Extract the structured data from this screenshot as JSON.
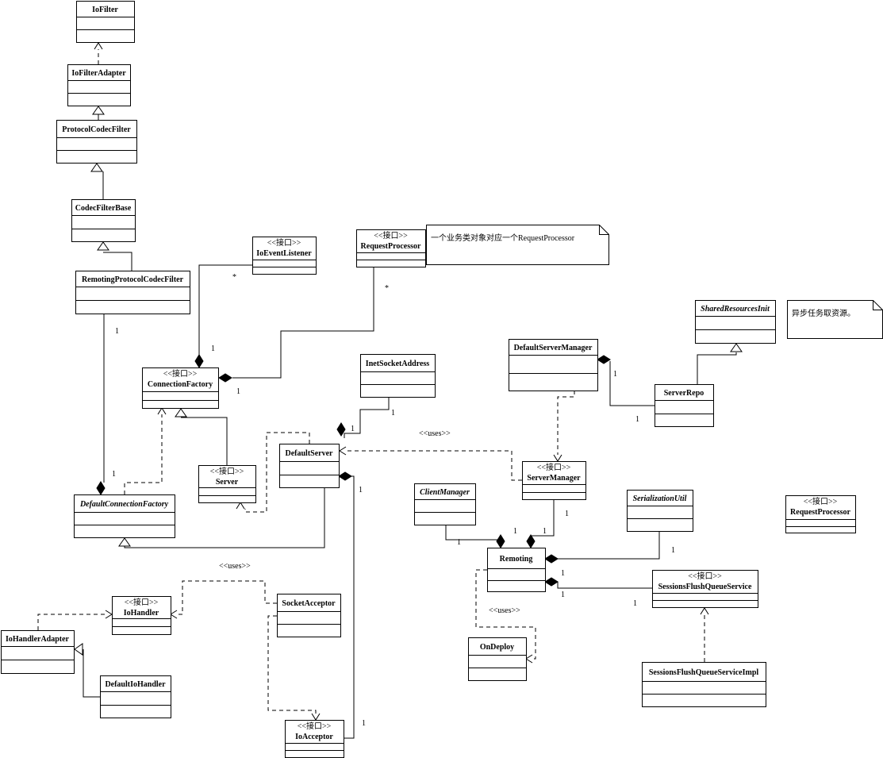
{
  "diagram": {
    "classes": [
      {
        "id": "IoFilter",
        "name": "IoFilter",
        "stereotype": "",
        "italic": false
      },
      {
        "id": "IoFilterAdapter",
        "name": "IoFilterAdapter",
        "stereotype": "",
        "italic": false
      },
      {
        "id": "ProtocolCodecFilter",
        "name": "ProtocolCodecFilter",
        "stereotype": "",
        "italic": false
      },
      {
        "id": "CodecFilterBase",
        "name": "CodecFilterBase",
        "stereotype": "",
        "italic": false
      },
      {
        "id": "RemotingProtocolCodecFilter",
        "name": "RemotingProtocolCodecFilter",
        "stereotype": "",
        "italic": false
      },
      {
        "id": "IoEventListener",
        "name": "IoEventListener",
        "stereotype": "<<接口>>",
        "italic": false
      },
      {
        "id": "RequestProcessorTop",
        "name": "RequestProcessor",
        "stereotype": "<<接口>>",
        "italic": false
      },
      {
        "id": "ConnectionFactory",
        "name": "ConnectionFactory",
        "stereotype": "<<接口>>",
        "italic": false
      },
      {
        "id": "InetSocketAddress",
        "name": "InetSocketAddress",
        "stereotype": "",
        "italic": false
      },
      {
        "id": "DefaultServerManager",
        "name": "DefaultServerManager",
        "stereotype": "",
        "italic": false
      },
      {
        "id": "SharedResourcesInit",
        "name": "SharedResourcesInit",
        "stereotype": "",
        "italic": true
      },
      {
        "id": "ServerRepo",
        "name": "ServerRepo",
        "stereotype": "",
        "italic": false
      },
      {
        "id": "DefaultServer",
        "name": "DefaultServer",
        "stereotype": "",
        "italic": false
      },
      {
        "id": "Server",
        "name": "Server",
        "stereotype": "<<接口>>",
        "italic": false
      },
      {
        "id": "ServerManager",
        "name": "ServerManager",
        "stereotype": "<<接口>>",
        "italic": false
      },
      {
        "id": "DefaultConnectionFactory",
        "name": "DefaultConnectionFactory",
        "stereotype": "",
        "italic": true
      },
      {
        "id": "ClientManager",
        "name": "ClientManager",
        "stereotype": "",
        "italic": true
      },
      {
        "id": "SerializationUtil",
        "name": "SerializationUtil",
        "stereotype": "",
        "italic": true
      },
      {
        "id": "RequestProcessorRight",
        "name": "RequestProcessor",
        "stereotype": "<<接口>>",
        "italic": false
      },
      {
        "id": "Remoting",
        "name": "Remoting",
        "stereotype": "",
        "italic": false
      },
      {
        "id": "SessionsFlushQueueService",
        "name": "SessionsFlushQueueService",
        "stereotype": "<<接口>>",
        "italic": false
      },
      {
        "id": "IoHandler",
        "name": "IoHandler",
        "stereotype": "<<接口>>",
        "italic": false
      },
      {
        "id": "SocketAcceptor",
        "name": "SocketAcceptor",
        "stereotype": "",
        "italic": false
      },
      {
        "id": "IoHandlerAdapter",
        "name": "IoHandlerAdapter",
        "stereotype": "",
        "italic": false
      },
      {
        "id": "DefaultIoHandler",
        "name": "DefaultIoHandler",
        "stereotype": "",
        "italic": false
      },
      {
        "id": "OnDeploy",
        "name": "OnDeploy",
        "stereotype": "",
        "italic": false
      },
      {
        "id": "SessionsFlushQueueServiceImpl",
        "name": "SessionsFlushQueueServiceImpl",
        "stereotype": "",
        "italic": false
      },
      {
        "id": "IoAcceptor",
        "name": "IoAcceptor",
        "stereotype": "<<接口>>",
        "italic": false
      }
    ],
    "notes": [
      {
        "id": "note-request-processor",
        "text": "一个业务类对象对应一个RequestProcessor"
      },
      {
        "id": "note-async",
        "text": "异步任务取资源。"
      }
    ],
    "labels": [
      {
        "id": "m-ioevent-star",
        "text": "*"
      },
      {
        "id": "m-reqproc-star",
        "text": "*"
      },
      {
        "id": "m-remproto-1",
        "text": "1"
      },
      {
        "id": "m-connfact-1a",
        "text": "1"
      },
      {
        "id": "m-connfact-1b",
        "text": "1"
      },
      {
        "id": "m-inet-1",
        "text": "1"
      },
      {
        "id": "m-defserver-1",
        "text": "1"
      },
      {
        "id": "m-dsm-1",
        "text": "1"
      },
      {
        "id": "m-serverrepo-1",
        "text": "1"
      },
      {
        "id": "m-defconnfact-1",
        "text": "1"
      },
      {
        "id": "m-defserver-1b",
        "text": "1"
      },
      {
        "id": "m-clientmgr-1a",
        "text": "1"
      },
      {
        "id": "m-clientmgr-1b",
        "text": "1"
      },
      {
        "id": "m-servermgr-1a",
        "text": "1"
      },
      {
        "id": "m-servermgr-1b",
        "text": "1"
      },
      {
        "id": "m-serial-1a",
        "text": "1"
      },
      {
        "id": "m-serial-1b",
        "text": "1"
      },
      {
        "id": "m-sfqs-1a",
        "text": "1"
      },
      {
        "id": "m-sfqs-1b",
        "text": "1"
      },
      {
        "id": "m-ioacceptor-1",
        "text": "1"
      },
      {
        "id": "uses-1",
        "text": "<<uses>>"
      },
      {
        "id": "uses-2",
        "text": "<<uses>>"
      },
      {
        "id": "uses-3",
        "text": "<<uses>>"
      }
    ]
  },
  "colors": {
    "line": "#000000",
    "fill": "#ffffff",
    "note_fill": "#ffffff"
  }
}
